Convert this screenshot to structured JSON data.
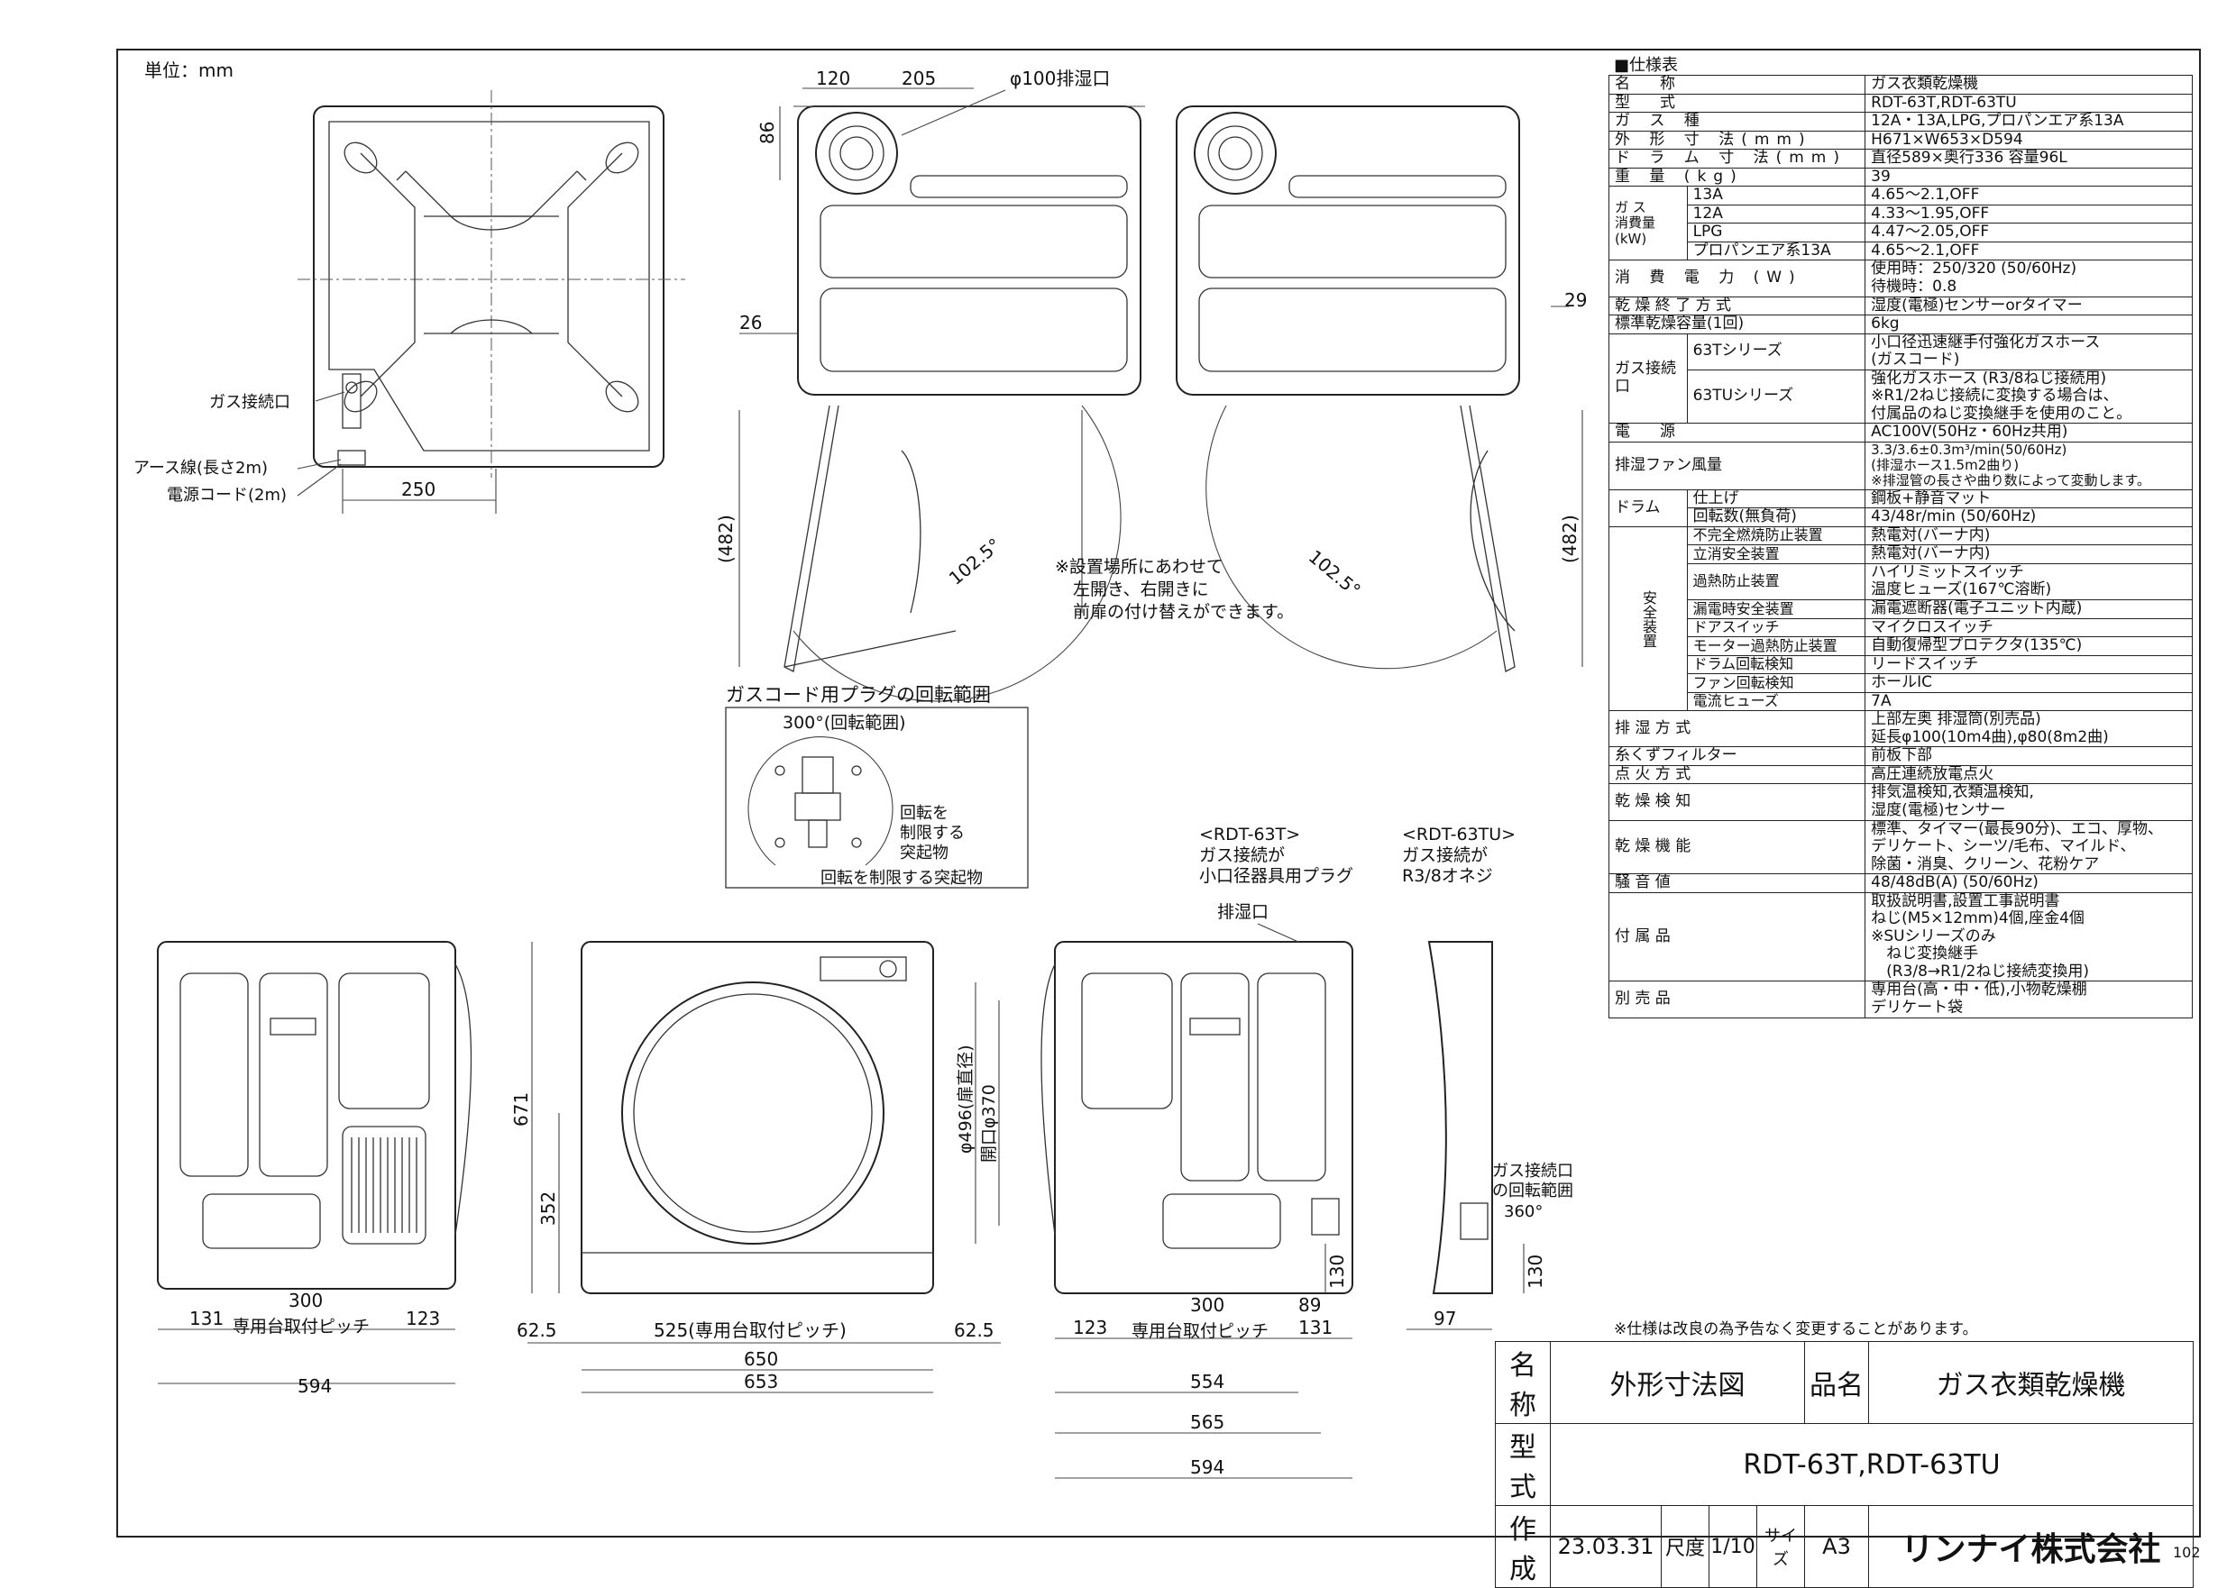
{
  "unit": "単位：mm",
  "callouts": {
    "gas_conn": "ガス接続口",
    "earth": "アース線(長さ2m)",
    "cord": "電源コード(2m)",
    "exhaust100": "φ100排湿口",
    "door_note": [
      "※設置場所にあわせて",
      "左開き、右開きに",
      "前扉の付け替えができます。"
    ],
    "plug_title": "ガスコード用プラグの回転範囲",
    "plug_range": "300°(回転範囲)",
    "plug_stop1": [
      "回転を",
      "制限する",
      "突起物"
    ],
    "plug_stop2": "回転を制限する突起物",
    "t63": [
      "<RDT-63T>",
      "ガス接続が",
      "小口径器具用プラグ"
    ],
    "tu63": [
      "<RDT-63TU>",
      "ガス接続が",
      "R3/8オネジ"
    ],
    "exhaust": "排湿口",
    "gas_rot": [
      "ガス接続口",
      "の回転範囲",
      "360°"
    ],
    "door_dia": "φ496(扉直径)",
    "opening": "開口φ370"
  },
  "dims": {
    "d120": "120",
    "d205": "205",
    "d86": "86",
    "d26": "26",
    "d29": "29",
    "d482": "(482)",
    "d1025": "102.5°",
    "d250": "250",
    "d131": "131",
    "d300": "300",
    "d123": "123",
    "pitch": "専用台取付ピッチ",
    "d594": "594",
    "d671": "671",
    "d352": "352",
    "d625": "62.5",
    "d525": "525(専用台取付ピッチ)",
    "d650": "650",
    "d653": "653",
    "d89": "89",
    "d130": "130",
    "d554": "554",
    "d565": "565",
    "d97": "97"
  },
  "spec": {
    "title": "■仕様表",
    "rows": [
      [
        "名　称",
        "ガス衣類乾燥機"
      ],
      [
        "型　式",
        "RDT-63T,RDT-63TU"
      ],
      [
        "ガ ス 種",
        "12A・13A,LPG,プロパンエア系13A"
      ],
      [
        "外 形 寸 法(mm)",
        "H671×W653×D594"
      ],
      [
        "ド ラ ム 寸 法(mm)",
        "直径589×奥行336 容量96L"
      ],
      [
        "重 量 (kg)",
        "39"
      ]
    ],
    "gas_label": [
      "ガ ス",
      "消費量",
      "(kW)"
    ],
    "gas_rows": [
      [
        "13A",
        "4.65〜2.1,OFF"
      ],
      [
        "12A",
        "4.33〜1.95,OFF"
      ],
      [
        "LPG",
        "4.47〜2.05,OFF"
      ],
      [
        "プロパンエア系13A",
        "4.65〜2.1,OFF"
      ]
    ],
    "power": [
      "消 費 電 力 (W)",
      "使用時：250/320 (50/60Hz)",
      "待機時：0.8"
    ],
    "end": [
      "乾 燥 終 了 方 式",
      "湿度(電極)センサーorタイマー"
    ],
    "cap": [
      "標準乾燥容量(1回)",
      "6kg"
    ],
    "gasconn": [
      "ガス接続口",
      "63Tシリーズ",
      "小口径迅速継手付強化ガスホース",
      "(ガスコード)",
      "63TUシリーズ",
      "強化ガスホース (R3/8ねじ接続用)",
      "※R1/2ねじ接続に変換する場合は、",
      "付属品のねじ変換継手を使用のこと。"
    ],
    "source": [
      "電　源",
      "AC100V(50Hz・60Hz共用)"
    ],
    "fan": [
      "排湿ファン風量",
      "3.3/3.6±0.3m³/min(50/60Hz)",
      "(排湿ホース1.5m2曲り)",
      "※排湿管の長さや曲り数によって変動します。"
    ],
    "drum": [
      "ドラム",
      "仕上げ",
      "鋼板+静音マット",
      "回転数(無負荷)",
      "43/48r/min (50/60Hz)"
    ],
    "safety_label": "安全装置",
    "safety": [
      [
        "不完全燃焼防止装置",
        "熱電対(バーナ内)"
      ],
      [
        "立消安全装置",
        "熱電対(バーナ内)"
      ],
      [
        "過熱防止装置",
        "ハイリミットスイッチ\n温度ヒューズ(167℃溶断)"
      ],
      [
        "漏電時安全装置",
        "漏電遮断器(電子ユニット内蔵)"
      ],
      [
        "ドアスイッチ",
        "マイクロスイッチ"
      ],
      [
        "モーター過熱防止装置",
        "自動復帰型プロテクタ(135℃)"
      ],
      [
        "ドラム回転検知",
        "リードスイッチ"
      ],
      [
        "ファン回転検知",
        "ホールIC"
      ],
      [
        "電流ヒューズ",
        "7A"
      ]
    ],
    "rest": [
      [
        "排 湿 方 式",
        "上部左奥 排湿筒(別売品)\n延長φ100(10m4曲),φ80(8m2曲)"
      ],
      [
        "糸くずフィルター",
        "前板下部"
      ],
      [
        "点 火 方 式",
        "高圧連続放電点火"
      ],
      [
        "乾 燥 検 知",
        "排気温検知,衣類温検知,\n湿度(電極)センサー"
      ],
      [
        "乾 燥 機 能",
        "標準、タイマー(最長90分)、エコ、厚物、\nデリケート、シーツ/毛布、マイルド、\n除菌・消臭、クリーン、花粉ケア"
      ],
      [
        "騒 音 値",
        "48/48dB(A) (50/60Hz)"
      ],
      [
        "付 属 品",
        "取扱説明書,設置工事説明書\nねじ(M5×12mm)4個,座金4個\n※SUシリーズのみ\n　ねじ変換継手\n　(R3/8→R1/2ねじ接続変換用)"
      ],
      [
        "別 売 品",
        "専用台(高・中・低),小物乾燥棚\nデリケート袋"
      ]
    ],
    "note": "※仕様は改良の為予告なく変更することがあります。"
  },
  "title_block": {
    "name_l": "名称",
    "name_v": "外形寸法図",
    "prod_l": "品名",
    "prod_v": "ガス衣類乾燥機",
    "model_l": "型式",
    "model_v": "RDT-63T,RDT-63TU",
    "made_l": "作成",
    "made_v": "23.03.31",
    "scale_l": "尺度",
    "scale_v": "1/10",
    "size_l": "サイズ",
    "size_v": "A3",
    "company": "リンナイ株式会社"
  },
  "page_no": "102"
}
